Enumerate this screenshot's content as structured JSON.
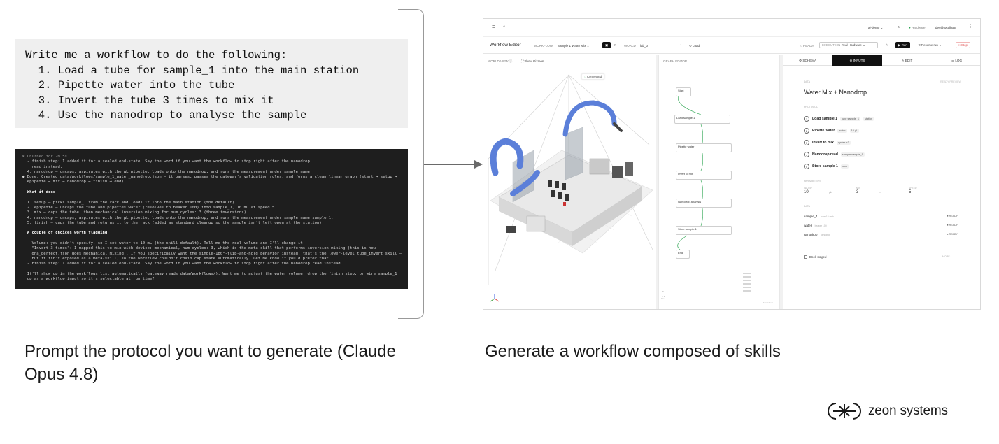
{
  "prompt": {
    "lines": [
      "Write me a workflow to do the following:",
      "  1. Load a tube for sample_1 into the main station",
      "  2. Pipette water into the tube",
      "  3. Invert the tube 3 times to mix it",
      "  4. Use the nanodrop to analyse the sample"
    ]
  },
  "terminal": {
    "lines": [
      "✻ Churned for 2m 5s",
      "  - finish step: I added it for a sealed end-state. Say the word if you want the workflow to stop right after the nanodrop",
      "    read instead.",
      "  4. nanodrop — uncaps, aspirates with the µL pipette, loads onto the nanodrop, and runs the measurement under sample name",
      "● Done. Created data/workflows/sample_1_water_nanodrop.json — it parses, passes the gateway's validation rules, and forms a clean linear graph (start → setup →",
      "  epipette → mix → nanodrop → finish → end).",
      "",
      "  What it does",
      "",
      "  1. setup — picks sample_1 from the rack and loads it into the main station (the default).",
      "  2. epipette — uncaps the tube and pipettes water (resolves to beaker 100) into sample_1, 10 mL at speed 5.",
      "  3. mix — caps the tube, then mechanical inversion mixing for num_cycles: 3 (three inversions).",
      "  4. nanodrop — uncaps, aspirates with the µL pipette, loads onto the nanodrop, and runs the measurement under sample name sample_1.",
      "  5. finish — caps the tube and returns it to the rack (added as standard cleanup so the sample isn't left open at the station).",
      "",
      "  A couple of choices worth flagging",
      "",
      "  - Volume: you didn't specify, so I set water to 10 mL (the skill default). Tell me the real volume and I'll change it.",
      "  - \"Invert 3 times\": I mapped this to mix with device: mechanical, num_cycles: 3, which is the meta-skill that performs inversion mixing (this is how",
      "    dna_perfect.json does mechanical mixing). If you specifically want the single-180°-flip-and-hold behavior instead, that's the lower-level tube_invert skill —",
      "    but it isn't exposed as a meta-skill, so the workflow couldn't chain cap state automatically. Let me know if you'd prefer that.",
      "  - Finish step: I added it for a sealed end-state. Say the word if you want the workflow to stop right after the nanodrop read instead.",
      "",
      "  It'll show up in the workflows list automatically (gateway reads data/workflows/). Want me to adjust the water volume, drop the finish step, or wire sample_1",
      "  up as a workflow input so it's selectable at run time?"
    ]
  },
  "captions": {
    "left": "Prompt the protocol you want to generate (Claude Opus 4.8)",
    "right": "Generate a workflow composed of skills"
  },
  "logo": {
    "text": "zeon systems"
  },
  "app": {
    "topbar": {
      "user": "ai-demo",
      "status": "Hardware",
      "host": "dev@localhost"
    },
    "toolbar": {
      "title": "Workflow Editor",
      "workflow_label": "WORKFLOW",
      "workflow_value": "Sample 1 Water Mix",
      "world_label": "WORLD",
      "world_value": "lab_0",
      "load": "Load",
      "ready": "READY",
      "execute_label": "EXECUTE IN",
      "execute_value": "Real Hardware",
      "run": "Run",
      "resume": "Resume run",
      "stop": "Stop"
    },
    "world_view": {
      "label": "WORLD VIEW",
      "show_gizmos": "Show Gizmos",
      "connected": "Connected"
    },
    "graph_editor": {
      "label": "GRAPH EDITOR",
      "nodes": [
        "Start",
        "Load sample 1",
        "Pipette water",
        "Invert to mix",
        "Nanodrop analysis",
        "Store sample 1",
        "End"
      ],
      "footer": "React Flow"
    },
    "tabs": [
      "SCHEMA",
      "INPUTS",
      "EDIT",
      "LOG"
    ],
    "active_tab": 1,
    "inputs": {
      "section": "DATA",
      "meta": "READY PREVIEW",
      "title": "Water Mix + Nanodrop",
      "protocol_label": "PROTOCOL",
      "steps": [
        {
          "n": "1",
          "label": "Load sample 1",
          "chips": [
            "tube sample_1",
            "station"
          ]
        },
        {
          "n": "2",
          "label": "Pipette water",
          "chips": [
            "water",
            "10 µL"
          ]
        },
        {
          "n": "3",
          "label": "Invert to mix",
          "chips": [
            "cycles ×3"
          ]
        },
        {
          "n": "4",
          "label": "Nanodrop read",
          "chips": [
            "sample sample_1"
          ]
        },
        {
          "n": "5",
          "label": "Store sample 1",
          "chips": [
            "rack"
          ]
        }
      ],
      "params_label": "PARAMETERS",
      "params": [
        {
          "name": "WATER",
          "value": "10",
          "unit": "µL"
        },
        {
          "name": "MIX",
          "value": "3",
          "unit": "×"
        },
        {
          "name": "SPEED",
          "value": "5",
          "unit": ""
        }
      ],
      "data_label": "DATA",
      "data": [
        {
          "name": "sample_1",
          "sub": "tube 15 rack",
          "status": "READY"
        },
        {
          "name": "water",
          "sub": "beaker 100",
          "status": "READY"
        },
        {
          "name": "nanodrop",
          "sub": "nanodrop",
          "status": "READY"
        }
      ],
      "dock": "Dock staged",
      "more": "MORE"
    }
  }
}
